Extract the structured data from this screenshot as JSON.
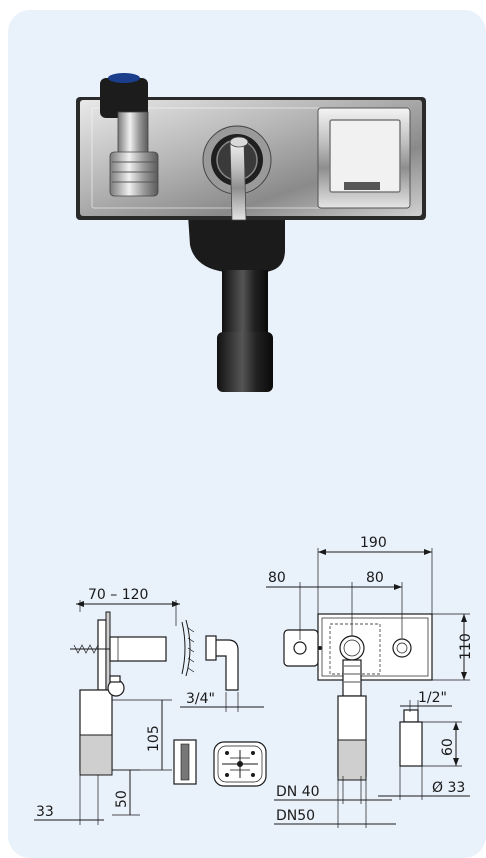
{
  "product_photo": {
    "description_icon": "siphon-with-valve-photo-icon"
  },
  "drawing": {
    "dims": {
      "d190": "190",
      "d80_left": "80",
      "d80_right": "80",
      "d110": "110",
      "d70_120": "70 – 120",
      "d3_4": "3/4\"",
      "d105": "105",
      "d50": "50",
      "d33": "33",
      "d1_2": "1/2\"",
      "d60": "60",
      "dia33": "Ø 33",
      "dn40": "DN 40",
      "dn50": "DN50"
    }
  },
  "colors": {
    "card_background": "#e9f1fb",
    "line": "#1a1a1a"
  }
}
